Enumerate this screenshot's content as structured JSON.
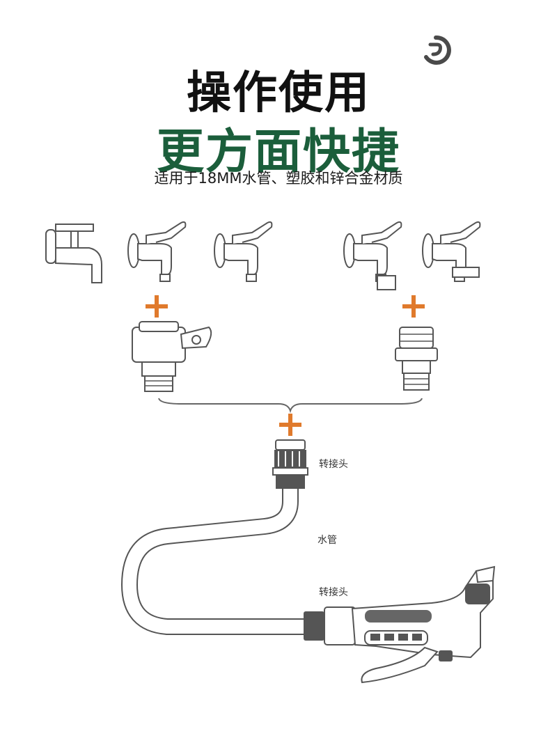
{
  "header": {
    "title_line1": "操作使用",
    "title_line2": "更方面快捷",
    "subtitle": "适用于18MM水管、塑胶和锌合金材质"
  },
  "labels": {
    "top_connector": "转接头",
    "hose": "水管",
    "bottom_connector": "转接头"
  },
  "colors": {
    "title_dark": "#111111",
    "title_green": "#1b5e3b",
    "plus_orange": "#e07a2c",
    "line_art": "#555555"
  },
  "icons": [
    "brand-logo-icon",
    "faucet-icon",
    "plus-icon",
    "connector-icon",
    "hose-icon",
    "spray-gun-icon"
  ]
}
